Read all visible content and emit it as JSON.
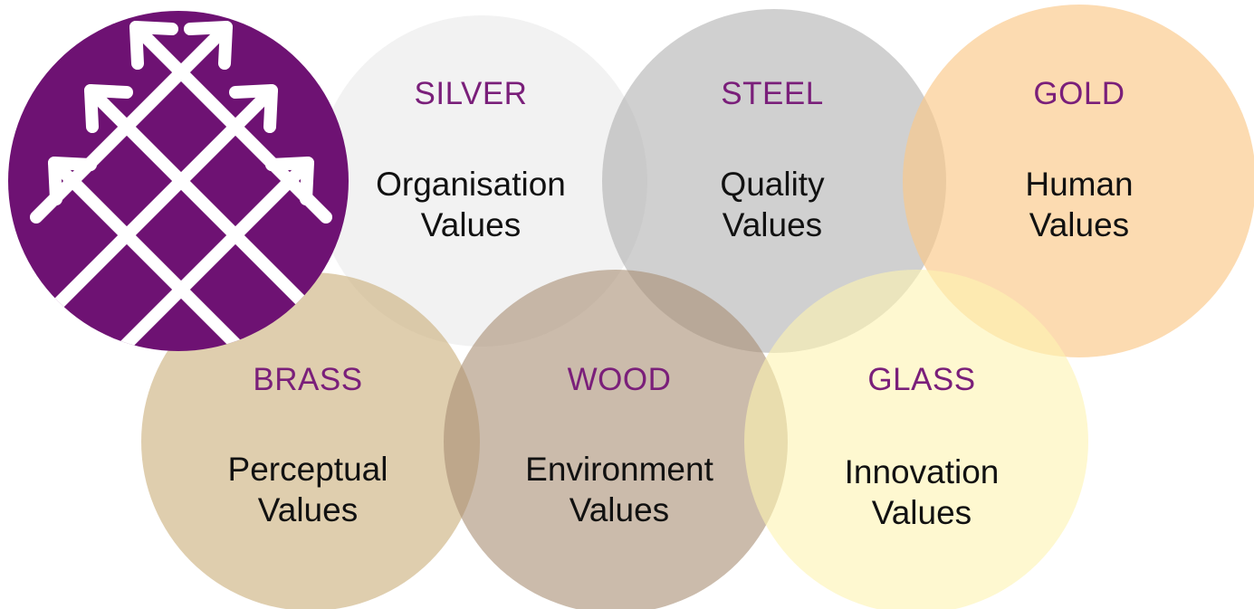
{
  "colors": {
    "logo_purple": "#6e1273",
    "label_purple": "#7a1f7a",
    "silver": "#efefef",
    "steel": "#c4c4c4",
    "gold": "#fbd7a0",
    "brass": "#dccaa2",
    "wood": "#c8b4a0",
    "glass": "#fdf8cc"
  },
  "logo": {
    "icon": "diamond-lattice-arrows-icon"
  },
  "values": [
    {
      "id": "silver",
      "metal": "SILVER",
      "line1": "Organisation",
      "line2": "Values"
    },
    {
      "id": "steel",
      "metal": "STEEL",
      "line1": "Quality",
      "line2": "Values"
    },
    {
      "id": "gold",
      "metal": "GOLD",
      "line1": "Human",
      "line2": "Values"
    },
    {
      "id": "brass",
      "metal": "BRASS",
      "line1": "Perceptual",
      "line2": "Values"
    },
    {
      "id": "wood",
      "metal": "WOOD",
      "line1": "Environment",
      "line2": "Values"
    },
    {
      "id": "glass",
      "metal": "GLASS",
      "line1": "Innovation",
      "line2": "Values"
    }
  ]
}
